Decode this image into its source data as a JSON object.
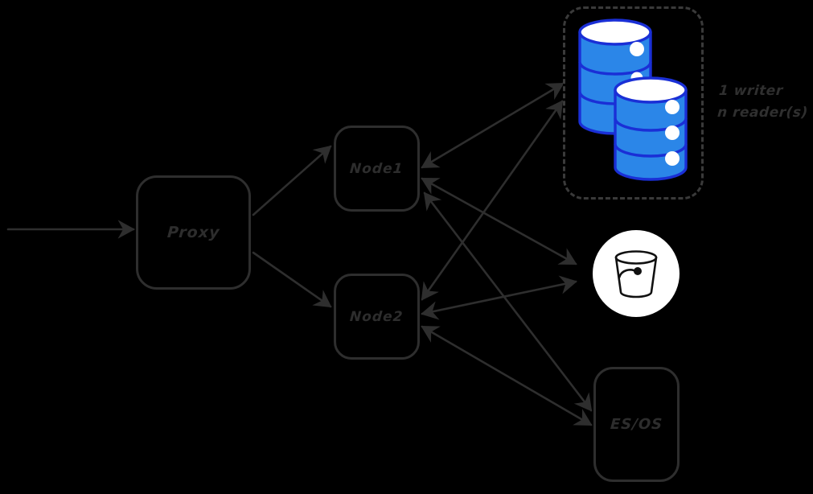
{
  "diagram": {
    "title": "Proxy fronted two-node cluster with shared database, object bucket and search backend",
    "background_color": "#000000",
    "stroke_color": "#2e2e2e",
    "text_color": "#2d2d2d",
    "db_fill_color": "#2b86e8",
    "db_stroke_color": "#1a2fd6",
    "bucket_badge_color": "#ffffff",
    "bucket_icon_color": "#111111"
  },
  "nodes": {
    "proxy": {
      "label": "Proxy",
      "shape": "rounded-rect"
    },
    "node1": {
      "label": "Node1",
      "shape": "rounded-rect"
    },
    "node2": {
      "label": "Node2",
      "shape": "rounded-rect"
    },
    "esos": {
      "label": "ES/OS",
      "shape": "rounded-rect"
    },
    "database": {
      "icon": "database-cylinders-icon",
      "shape": "dashed-rounded-group",
      "cylinder_count": 2,
      "disc_segments_per_cylinder": 3
    },
    "bucket": {
      "icon": "bucket-icon",
      "shape": "circle-badge"
    }
  },
  "annotation": {
    "line1": "1 writer",
    "line2": "n reader(s)"
  },
  "edges": [
    {
      "from": "external-client",
      "to": "proxy",
      "direction": "one-way"
    },
    {
      "from": "proxy",
      "to": "node1",
      "direction": "one-way"
    },
    {
      "from": "proxy",
      "to": "node2",
      "direction": "one-way"
    },
    {
      "from": "node1",
      "to": "database",
      "direction": "two-way"
    },
    {
      "from": "node2",
      "to": "database",
      "direction": "two-way"
    },
    {
      "from": "node1",
      "to": "bucket",
      "direction": "two-way"
    },
    {
      "from": "node2",
      "to": "bucket",
      "direction": "two-way"
    },
    {
      "from": "node1",
      "to": "esos",
      "direction": "two-way"
    },
    {
      "from": "node2",
      "to": "esos",
      "direction": "two-way"
    }
  ]
}
